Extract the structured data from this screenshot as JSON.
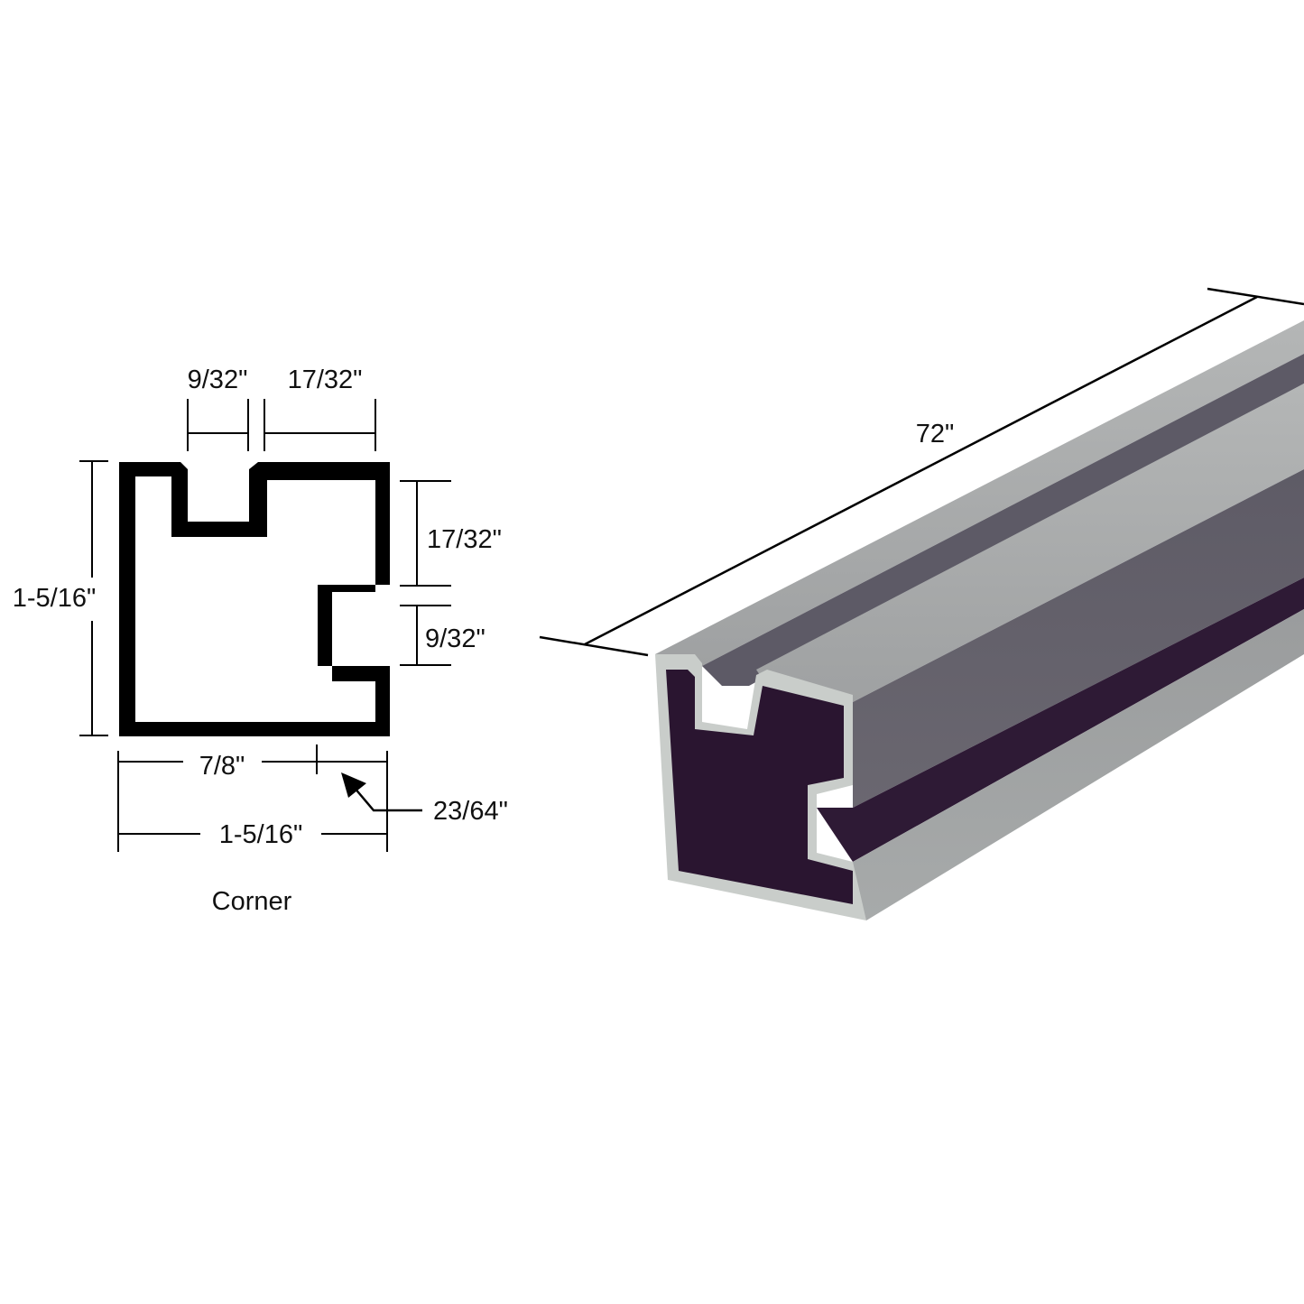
{
  "figure": {
    "profile_name": "Corner",
    "colors": {
      "background": "#ffffff",
      "drawing_line": "#000000",
      "extrusion_light": "#a9abab",
      "extrusion_mid": "#8b8a8f",
      "extrusion_dark": "#5a5762",
      "extrusion_edge": "#c9ceca",
      "cavity": "#2a1530"
    }
  },
  "cross_section": {
    "label": "Corner",
    "dimensions": {
      "top_slot_width": "9/32\"",
      "top_right_width": "17/32\"",
      "overall_height": "1-5/16\"",
      "right_upper_height": "17/32\"",
      "right_slot_height": "9/32\"",
      "bottom_partial_width": "7/8\"",
      "slot_depth": "23/64\"",
      "overall_width": "1-5/16\""
    }
  },
  "extrusion_3d": {
    "length_label": "72\""
  }
}
